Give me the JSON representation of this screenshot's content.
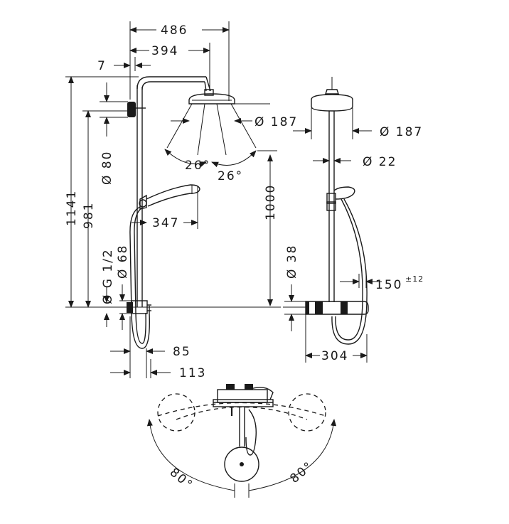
{
  "dimensions": {
    "d486": "486",
    "d394": "394",
    "d7": "7",
    "d1141": "1141",
    "d981": "981",
    "d80": "Ø 80",
    "d_g12": "Ø G 1/2",
    "d68": "Ø 68",
    "d187_front": "Ø 187",
    "d26_left": "26°",
    "d26_right": "26°",
    "d1000": "1000",
    "d347": "347",
    "d85": "85",
    "d113": "113",
    "d187_side": "Ø 187",
    "d22": "Ø 22",
    "d38": "Ø 38",
    "d150": "150",
    "d150_tol": "±12",
    "d304": "304",
    "d80deg_left": "80°",
    "d80deg_right": "80°"
  }
}
